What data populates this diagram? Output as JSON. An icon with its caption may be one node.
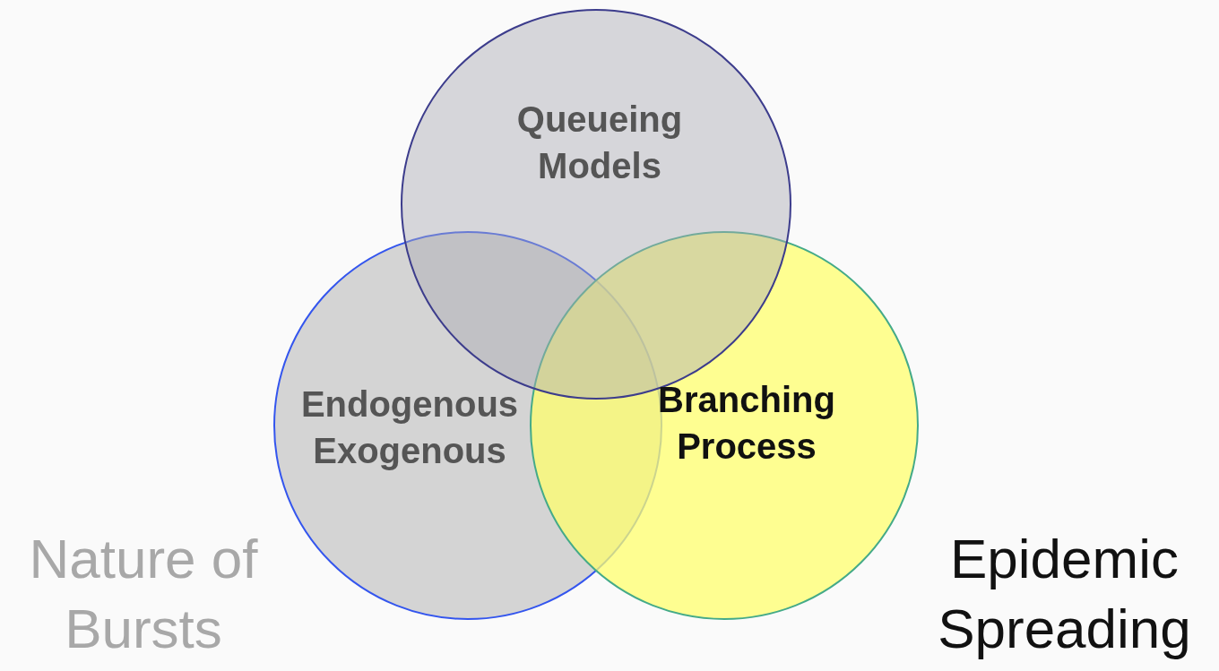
{
  "diagram": {
    "nodes": [
      {
        "text": [
          "Queueing Models"
        ]
      },
      {
        "text": [
          "Endogenous Exogenous"
        ]
      },
      {
        "text": [
          "Branching Process"
        ]
      }
    ],
    "labels": [
      "Nature of Bursts",
      "Epidemic Spreading"
    ]
  }
}
